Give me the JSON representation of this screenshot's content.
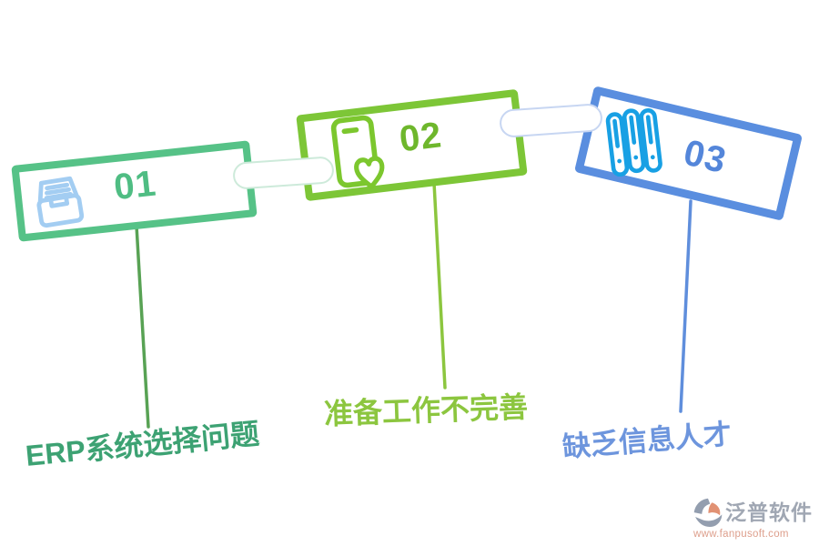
{
  "background_color": "#ffffff",
  "steps": [
    {
      "number": "01",
      "label": "ERP系统选择问题",
      "icon": "inbox-archive-icon",
      "icon_color": "#a3cdf2",
      "box_border_color": "#56c287",
      "number_color": "#4fbd83",
      "label_color": "#3da273",
      "line_color": "#58a254"
    },
    {
      "number": "02",
      "label": "准备工作不完善",
      "icon": "phone-heart-icon",
      "icon_color": "#7cc72e",
      "box_border_color": "#7dc637",
      "number_color": "#6eb72c",
      "label_color": "#8cc63f",
      "line_color": "#8cc63f"
    },
    {
      "number": "03",
      "label": "缺乏信息人才",
      "icon": "binders-icon",
      "icon_color": "#18a0e4",
      "box_border_color": "#5a8edf",
      "number_color": "#5486da",
      "label_color": "#6d95dd",
      "line_color": "#5f8edc"
    }
  ],
  "connectors": {
    "capsule_1_border": "#cdeada",
    "capsule_2_border": "#c7d6f2"
  },
  "watermark": {
    "brand": "泛普软件",
    "url": "www.fanpusoft.com",
    "brand_color": "#949ba9",
    "url_color": "#d9917c",
    "logo_gray": "#8591a4",
    "logo_orange": "#de8260"
  }
}
